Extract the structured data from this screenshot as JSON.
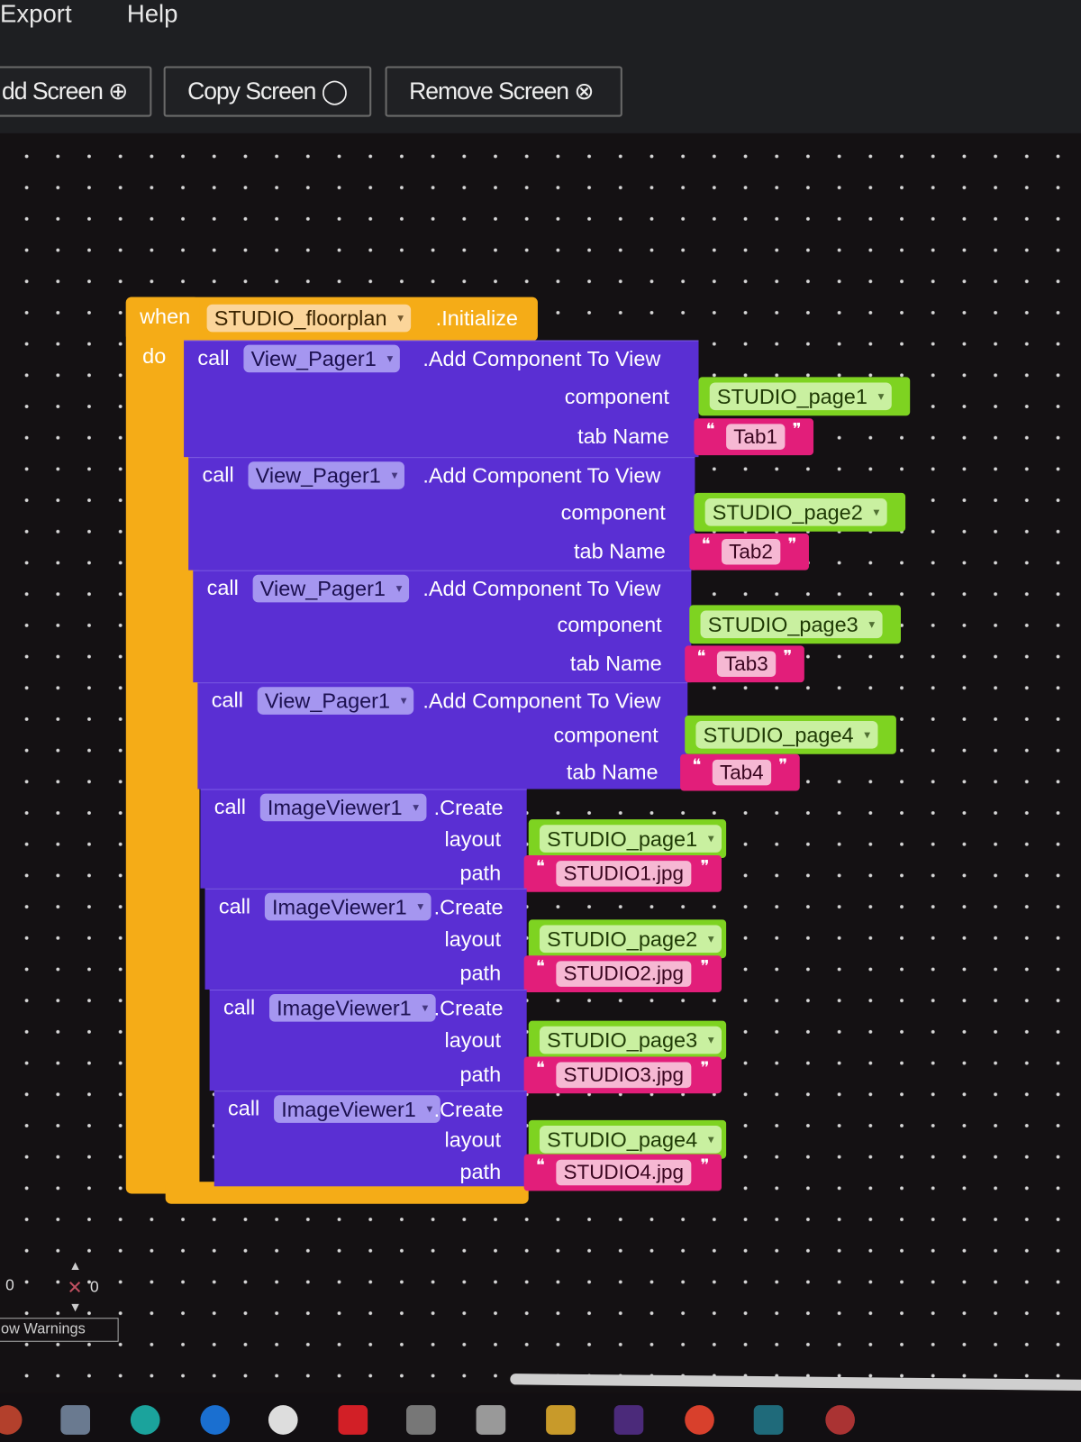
{
  "menu": {
    "export": "Export",
    "help": "Help"
  },
  "toolbar": {
    "add_screen": "dd Screen ⊕",
    "copy_screen": "Copy Screen ◯",
    "remove_screen": "Remove Screen ⊗"
  },
  "event": {
    "when": "when",
    "component": "STUDIO_floorplan",
    "event": ".Initialize",
    "do": "do"
  },
  "add_calls": [
    {
      "call": "call",
      "component": "View_Pager1",
      "method": ".Add Component To View",
      "p1": "component",
      "p2": "tab Name",
      "v1": "STUDIO_page1",
      "v2": "Tab1"
    },
    {
      "call": "call",
      "component": "View_Pager1",
      "method": ".Add Component To View",
      "p1": "component",
      "p2": "tab Name",
      "v1": "STUDIO_page2",
      "v2": "Tab2"
    },
    {
      "call": "call",
      "component": "View_Pager1",
      "method": ".Add Component To View",
      "p1": "component",
      "p2": "tab Name",
      "v1": "STUDIO_page3",
      "v2": "Tab3"
    },
    {
      "call": "call",
      "component": "View_Pager1",
      "method": ".Add Component To View",
      "p1": "component",
      "p2": "tab Name",
      "v1": "STUDIO_page4",
      "v2": "Tab4"
    }
  ],
  "create_calls": [
    {
      "call": "call",
      "component": "ImageViewer1",
      "method": ".Create",
      "p1": "layout",
      "p2": "path",
      "v1": "STUDIO_page1",
      "v2": "STUDIO1.jpg"
    },
    {
      "call": "call",
      "component": "ImageViewer1",
      "method": ".Create",
      "p1": "layout",
      "p2": "path",
      "v1": "STUDIO_page2",
      "v2": "STUDIO2.jpg"
    },
    {
      "call": "call",
      "component": "ImageViewer1",
      "method": ".Create",
      "p1": "layout",
      "p2": "path",
      "v1": "STUDIO_page3",
      "v2": "STUDIO3.jpg"
    },
    {
      "call": "call",
      "component": "ImageViewer1",
      "method": ".Create",
      "p1": "layout",
      "p2": "path",
      "v1": "STUDIO_page4",
      "v2": "STUDIO4.jpg"
    }
  ],
  "warnings": {
    "warn_count": "0",
    "error_count": "0",
    "toggle": "ow Warnings"
  },
  "colors": {
    "event": "#f5ac17",
    "method": "#5a2fd3",
    "component": "#7ed321",
    "text": "#e21e7a"
  }
}
